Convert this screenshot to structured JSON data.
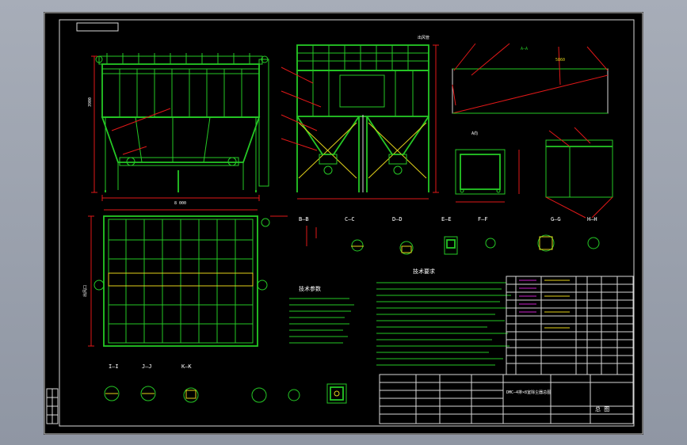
{
  "drawing": {
    "background": "#000000",
    "frame_color": "#ffffff",
    "line_colors": {
      "outline": "#25c825",
      "dimension": "#e01818",
      "hatch": "#e3d21a",
      "text": "#ffffff"
    }
  },
  "notes": {
    "tech_spec_title": "技术参数",
    "tech_req_title": "技术要求",
    "section_labels": [
      "A—A",
      "B—B",
      "C—C",
      "D—D",
      "E—E",
      "F—F",
      "G—G",
      "H—H",
      "I—I",
      "J—J",
      "K—K"
    ],
    "view_title": "A向"
  },
  "title_block": {
    "drawing_name": "DMC—4排×8室除尘器总图",
    "sheet_label": "总 图"
  }
}
